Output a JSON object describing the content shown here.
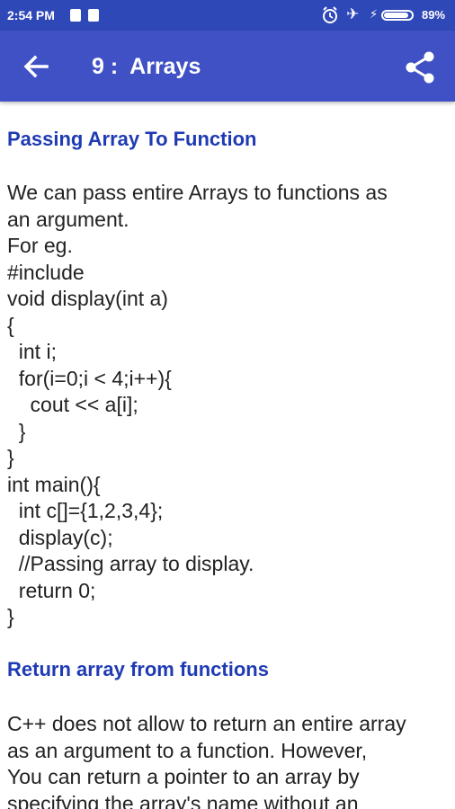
{
  "status_bar": {
    "time": "2:54 PM",
    "battery_percent": "89%",
    "battery_level": 0.89,
    "icons": [
      "sim-icon",
      "sim-icon",
      "alarm-icon",
      "airplane-icon",
      "charging-icon",
      "battery-icon"
    ]
  },
  "app_bar": {
    "title": "9 :  Arrays",
    "back_icon": "back-arrow-icon",
    "share_icon": "share-icon"
  },
  "colors": {
    "status_bar": "#2F48B8",
    "app_bar": "#3F51C5",
    "heading": "#1F3BB3",
    "text": "#222222"
  },
  "content": {
    "section1": {
      "heading": "Passing Array To Function",
      "lines": [
        "We can pass entire Arrays to functions as",
        "an argument.",
        "For eg.",
        "#include",
        "void display(int a)",
        "{",
        "  int i;",
        "  for(i=0;i < 4;i++){",
        "    cout << a[i];",
        "  }",
        "}",
        "int main(){",
        "  int c[]={1,2,3,4};",
        "  display(c);",
        "  //Passing array to display.",
        "  return 0;",
        "}"
      ]
    },
    "section2": {
      "heading": "Return array from functions",
      "lines": [
        "C++ does not allow to return an entire array",
        "as an argument to a function. However,",
        "You can return a pointer to an array by",
        "specifying the array's name without an"
      ]
    }
  }
}
